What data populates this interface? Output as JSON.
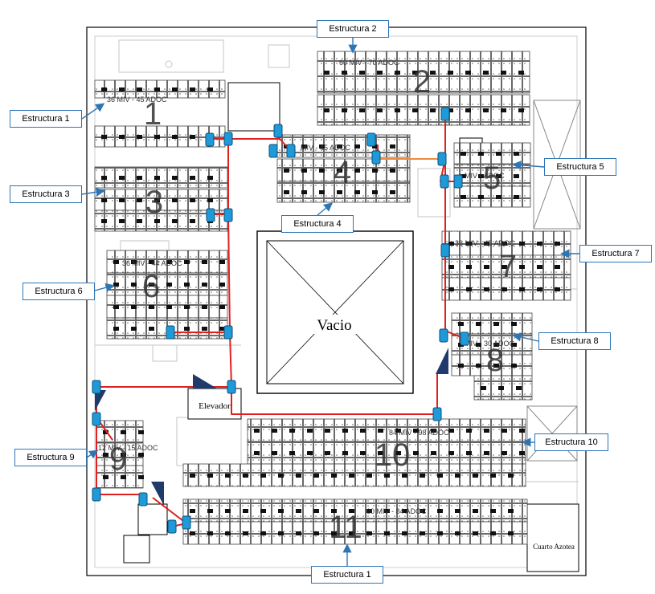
{
  "plan": {
    "void_label": "Vacio",
    "elevator_label": "Elevador",
    "roof_room_label": "Cuarto Azotea"
  },
  "structures": [
    {
      "id": "e1a",
      "callout": "Estructura 1",
      "number": "1",
      "spec": "36 MIV - 45 ADOC"
    },
    {
      "id": "e2",
      "callout": "Estructura 2",
      "number": "2",
      "spec": "60 MIV - 70 ADOC"
    },
    {
      "id": "e3",
      "callout": "Estructura 3",
      "number": "3",
      "spec": ""
    },
    {
      "id": "e4",
      "callout": "Estructura 4",
      "number": "4",
      "spec": "MIV - 45 ADOC"
    },
    {
      "id": "e5",
      "callout": "Estructura 5",
      "number": "5",
      "spec": "MIV - ADOC"
    },
    {
      "id": "e6",
      "callout": "Estructura 6",
      "number": "6",
      "spec": "36 MIV - 44 ADOC"
    },
    {
      "id": "e7",
      "callout": "Estructura 7",
      "number": "7",
      "spec": "36 MIV - 45 ADOC"
    },
    {
      "id": "e8",
      "callout": "Estructura 8",
      "number": "8",
      "spec": "MIV - 30 ADOC"
    },
    {
      "id": "e9",
      "callout": "Estructura 9",
      "number": "9",
      "spec": "12 MIV - 15 ADOC"
    },
    {
      "id": "e10",
      "callout": "Estructura 10",
      "number": "10",
      "spec": "84 MIV - 98 ADOC"
    },
    {
      "id": "e1b",
      "callout": "Estructura 1",
      "number": "11",
      "spec": "60 MIV - 84 ADOC"
    }
  ],
  "colors": {
    "callout_border": "#2e75b6",
    "arrow": "#2e75b6",
    "cable_main": "#e02020",
    "cable_branch": "#f08a3c",
    "connector_fill": "#1f9ad8",
    "connector_stroke": "#0b4f7a",
    "panel_line": "#444444",
    "wall": "#000000",
    "faint": "#bbbbbb"
  }
}
